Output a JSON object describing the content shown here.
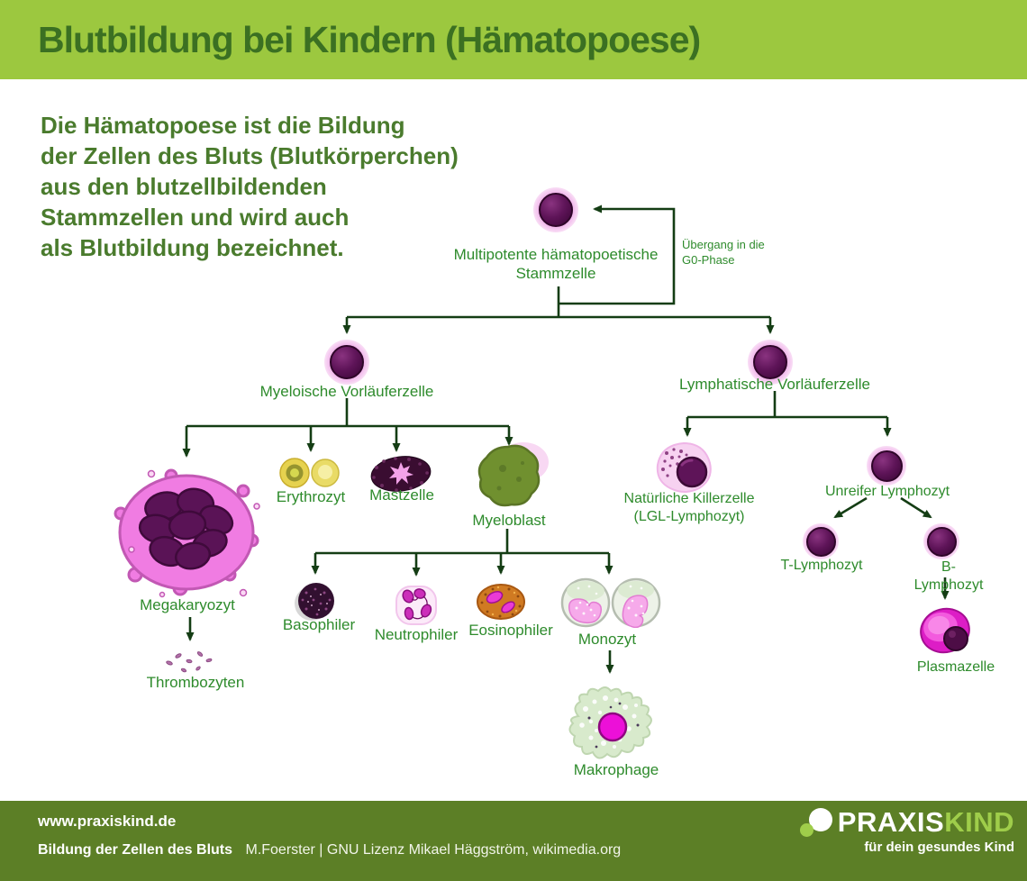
{
  "header": {
    "title": "Blutbildung bei Kindern (Hämatopoese)"
  },
  "intro": {
    "text": "Die Hämatopoese ist die Bildung\nder Zellen des Bluts (Blutkörperchen)\naus den blutzellbildenden\nStammzellen und wird auch\nals Blutbildung bezeichnet."
  },
  "diagram": {
    "nodes": {
      "stem": {
        "label": "Multipotente hämatopoetische\nStammzelle"
      },
      "g0": {
        "label": "Übergang in die\nG0-Phase"
      },
      "myeloid": {
        "label": "Myeloische Vorläuferzelle"
      },
      "lymphoid": {
        "label": "Lymphatische Vorläuferzelle"
      },
      "megakaryocyte": {
        "label": "Megakaryozyt"
      },
      "thrombocytes": {
        "label": "Thrombozyten"
      },
      "erythrocyte": {
        "label": "Erythrozyt"
      },
      "mast_cell": {
        "label": "Mastzelle"
      },
      "myeloblast": {
        "label": "Myeloblast"
      },
      "basophil": {
        "label": "Basophiler"
      },
      "neutrophil": {
        "label": "Neutrophiler"
      },
      "eosinophil": {
        "label": "Eosinophiler"
      },
      "monocyte": {
        "label": "Monozyt"
      },
      "macrophage": {
        "label": "Makrophage"
      },
      "nk_cell": {
        "label": "Natürliche Killerzelle\n(LGL-Lymphozyt)"
      },
      "immature_lymphocyte": {
        "label": "Unreifer Lymphozyt"
      },
      "t_lymphocyte": {
        "label": "T-Lymphozyt"
      },
      "b_lymphocyte": {
        "label": "B-Lymphozyt"
      },
      "plasma_cell": {
        "label": "Plasmazelle"
      }
    }
  },
  "footer": {
    "url": "www.praxiskind.de",
    "credit_bold": "Bildung  der Zellen des Bluts",
    "credit_rest": "M.Foerster | GNU Lizenz  Mikael Häggström, wikimedia.org",
    "logo": {
      "part1": "PRAXIS",
      "part2": "KIND",
      "tagline": "für dein gesundes Kind"
    }
  },
  "colors": {
    "header_bg": "#9cc83f",
    "header_text": "#3b7022",
    "intro_text": "#4a7b2d",
    "label_green": "#2e8b2c",
    "tree_line": "#143d14",
    "footer_bg": "#5c7f26",
    "logo_light_green": "#9fcd4a",
    "cell_halo_pink": "#f0b4ea",
    "nucleus_purple": "#5e1458"
  }
}
